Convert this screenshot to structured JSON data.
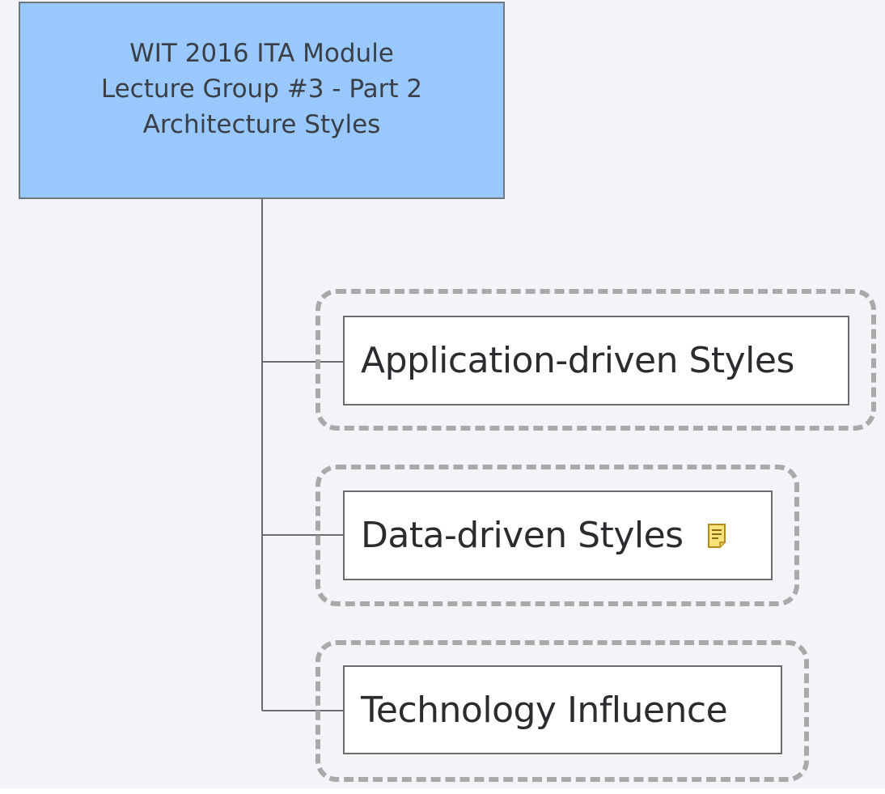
{
  "diagram": {
    "root": {
      "lines": [
        "WIT 2016 ITA Module",
        "Lecture Group #3 - Part 2",
        "Architecture Styles"
      ]
    },
    "children": [
      {
        "label": "Application-driven Styles",
        "has_note": false
      },
      {
        "label": "Data-driven Styles",
        "has_note": true,
        "note_icon": "note-icon"
      },
      {
        "label": "Technology Influence",
        "has_note": false
      }
    ]
  },
  "colors": {
    "root_fill": "#99c8fd",
    "root_border": "#707680",
    "frame_dash": "#a9a9aa",
    "connector": "#6c6c6c",
    "note_fill": "#f7e27a"
  }
}
